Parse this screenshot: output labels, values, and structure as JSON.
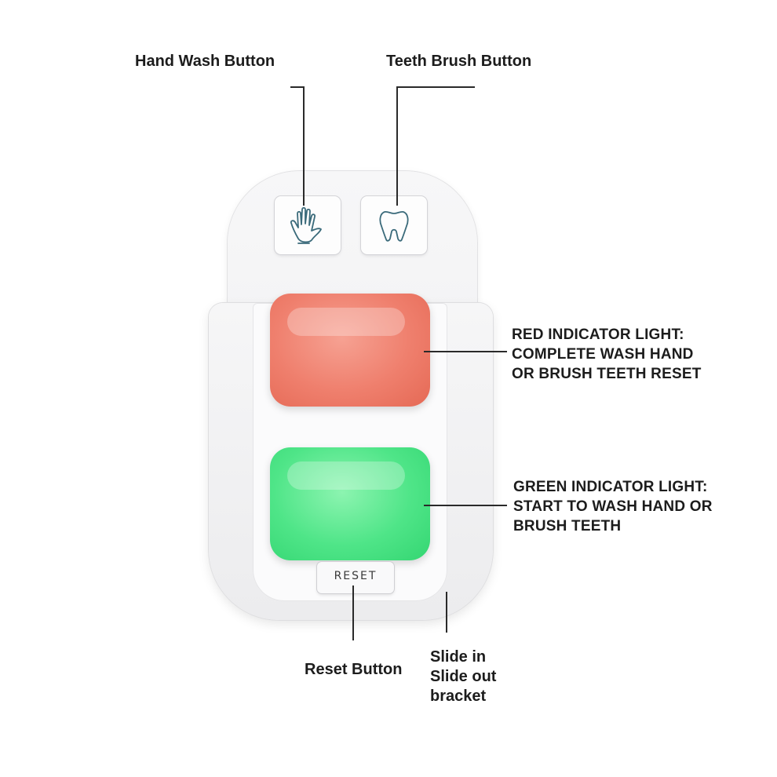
{
  "callouts": {
    "hand_wash": "Hand Wash Button",
    "teeth_brush": "Teeth Brush Button",
    "red_light": [
      "RED INDICATOR LIGHT:",
      "COMPLETE WASH HAND",
      "OR BRUSH TEETH RESET"
    ],
    "green_light": [
      "GREEN INDICATOR LIGHT:",
      "START TO WASH HAND OR",
      "BRUSH TEETH"
    ],
    "reset": "Reset Button",
    "bracket": [
      "Slide in",
      "Slide out",
      "bracket"
    ]
  },
  "device": {
    "reset_label": "RESET",
    "hand_icon": "hand-icon",
    "tooth_icon": "tooth-icon",
    "colors": {
      "red_light": "#ef7f6d",
      "green_light": "#4fe588",
      "icon_stroke": "#3a6a7a",
      "shell": "#f2f2f4"
    }
  }
}
